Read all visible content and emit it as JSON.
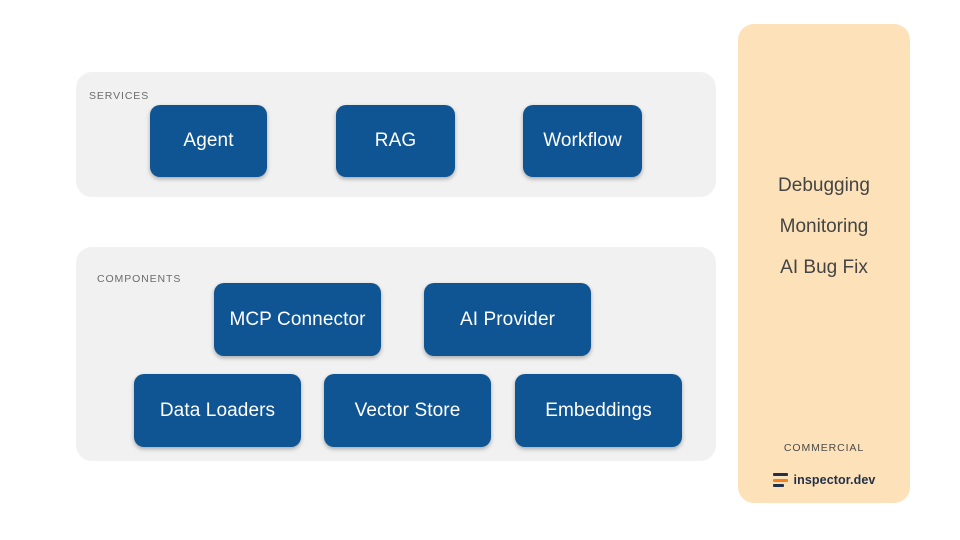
{
  "diagram": {
    "groups": [
      {
        "id": "services",
        "label": "SERVICES",
        "nodes": [
          {
            "label": "Agent"
          },
          {
            "label": "RAG"
          },
          {
            "label": "Workflow"
          }
        ]
      },
      {
        "id": "components",
        "label": "COMPONENTS",
        "nodes": [
          {
            "label": "MCP Connector"
          },
          {
            "label": "AI Provider"
          },
          {
            "label": "Data Loaders"
          },
          {
            "label": "Vector Store"
          },
          {
            "label": "Embeddings"
          }
        ]
      }
    ],
    "commercial": {
      "label": "COMMERCIAL",
      "features": [
        {
          "label": "Debugging"
        },
        {
          "label": "Monitoring"
        },
        {
          "label": "AI Bug Fix"
        }
      ],
      "brand": {
        "name": "inspector.dev",
        "mark": "inspector-logo-icon"
      }
    },
    "colors": {
      "node_blue": "#0f5493",
      "group_gray": "#f1f1f1",
      "commercial_orange": "#fde1b8",
      "brand_orange": "#f58220",
      "brand_navy": "#24304a",
      "canvas": "#ffffff"
    }
  }
}
